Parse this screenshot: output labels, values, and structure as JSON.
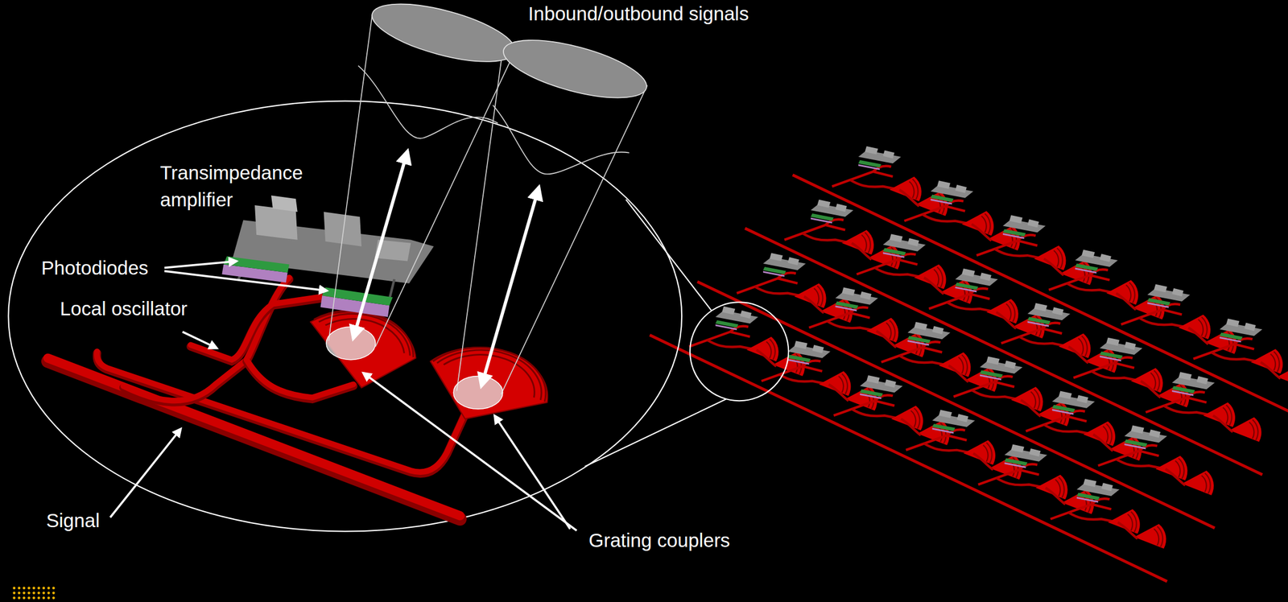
{
  "diagram": {
    "labels": [
      "Inbound/outbound signals",
      "Transimpedance amplifier",
      "Photodiodes",
      "Local oscillator",
      "Signal",
      "Grating couplers"
    ]
  }
}
